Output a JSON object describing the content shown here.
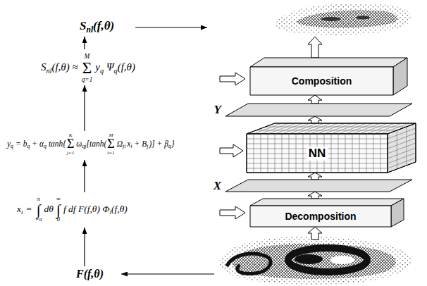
{
  "diagram": {
    "nodes": [
      {
        "text": [
          "Composition"
        ]
      },
      {
        "text": [
          "Y"
        ]
      },
      {
        "text": [
          "NN"
        ]
      },
      {
        "text": [
          "X"
        ]
      },
      {
        "text": [
          "Decomposition"
        ]
      }
    ],
    "edges": [
      {
        "from": 4,
        "to": 3,
        "arrow": "to"
      },
      {
        "from": 3,
        "to": 2,
        "arrow": "to"
      },
      {
        "from": 2,
        "to": 1,
        "arrow": "to"
      },
      {
        "from": 1,
        "to": 0,
        "arrow": "to"
      }
    ],
    "labels": [
      "S",
      "nl",
      "(f,θ)",
      "S",
      "nl",
      "(f,θ) ≈",
      "M",
      "Σ",
      "q=1",
      "y",
      "q",
      "Ψ",
      "q",
      "(f,θ)",
      "y",
      "q",
      "= b",
      "q",
      "+ α",
      "q",
      "tanh{",
      "K",
      "Σ",
      "j=1",
      "ω",
      "qj",
      "[tanh(",
      "M",
      "Σ",
      "i=1",
      "Ω",
      "ji",
      "x",
      "i",
      "+ B",
      "j",
      ")] + β",
      "q",
      "}",
      "x",
      "i",
      "=",
      "π",
      "∫",
      "−π",
      "dθ",
      "∞",
      "∫",
      "0",
      "f df F(f,θ) Φ",
      "i",
      "(f,θ)",
      "F(f,θ)"
    ]
  }
}
